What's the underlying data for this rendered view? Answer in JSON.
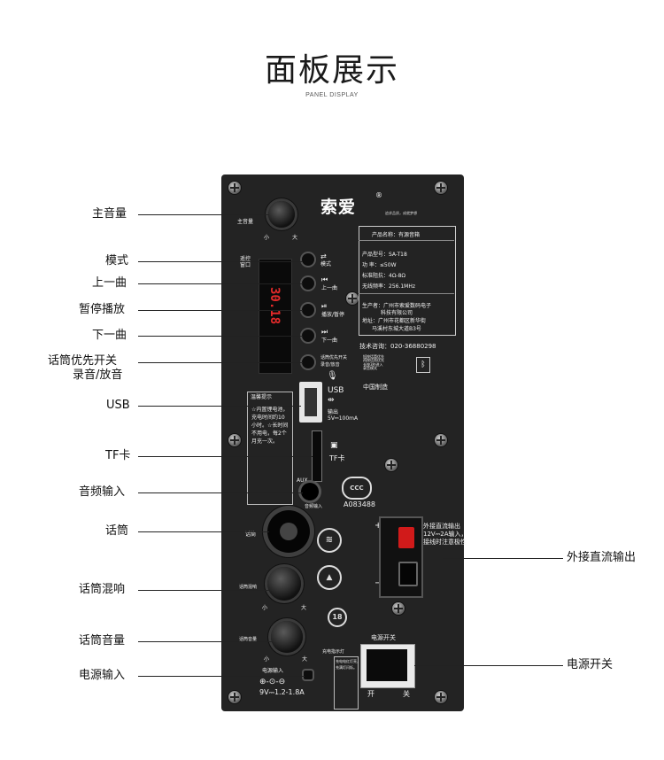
{
  "header": {
    "title": "面板展示",
    "subtitle": "PANEL DISPLAY"
  },
  "panel": {
    "brand": "索爱",
    "brand_reg": "®",
    "brand_slogan": "追求品质，成就梦想",
    "knob_main_label": "主音量",
    "knob_min": "小",
    "knob_max": "大",
    "remote_window": "遥控\n窗口",
    "btn_mode": "模式",
    "btn_prev": "上一曲",
    "btn_play": "播放/暂停",
    "btn_next": "下一曲",
    "btn_mic": "话筒优先开关",
    "btn_record": "录音/放音",
    "display_digits": "30.18",
    "spec": {
      "name": "产品名称：有源音箱",
      "model": "产品型号：SA-T18",
      "power": "功    率：≤50W",
      "impedance": "标准阻抗：4Ω-8Ω",
      "freq": "无线频率：256.1MHz",
      "maker": "生产者：广州市索爱数码电子",
      "maker2": "科技有限公司",
      "address": "地址：广州市花都区新华街",
      "address2": "马溪村东城大道B3号",
      "support": "技术咨询：020-36880298",
      "origin": "中国制造"
    },
    "mic_priority_note": "短按话筒优先\n再按话筒优先\n长按3秒进入\n录音模式",
    "usb_label": "USB",
    "usb_output": "输出\n5V⎓100mA",
    "tf_label": "TF卡",
    "aux_label": "AUX",
    "aux_input": "音频输入",
    "cert_code": "A083488",
    "tip_title": "温馨提示",
    "tip_text": "☆内置锂电池，充电时间约10小时。☆长时间不用电，每2个月充一次。",
    "mic_label": "话筒",
    "echo_label": "话筒混响",
    "mic_vol_label": "话筒音量",
    "dc_out_note": "外接直流输出\n12V⎓2A输入，\n接线时注意极性",
    "plus": "+",
    "minus": "−",
    "power_switch": "电源开关",
    "switch_on": "开",
    "switch_off": "关",
    "charge_light": "充电指示灯",
    "charge_note": "充电电红灯亮，\n充满灯闪烁。",
    "power_input": "电源输入",
    "power_spec": "9V⎓1.2-1.8A",
    "age_mark": "18"
  },
  "callouts": {
    "main_volume": "主音量",
    "mode": "模式",
    "prev": "上一曲",
    "pause_play": "暂停播放",
    "next": "下一曲",
    "mic_priority": "话筒优先开关",
    "record_play": "录音/放音",
    "usb": "USB",
    "tf": "TF卡",
    "audio_in": "音频输入",
    "mic": "话筒",
    "mic_echo": "话筒混响",
    "mic_volume": "话筒音量",
    "power_in": "电源输入",
    "dc_out": "外接直流输出",
    "power_switch": "电源开关"
  },
  "colors": {
    "panel": "#232323",
    "led": "#e32a2a",
    "terminal_red": "#d11a1a"
  }
}
